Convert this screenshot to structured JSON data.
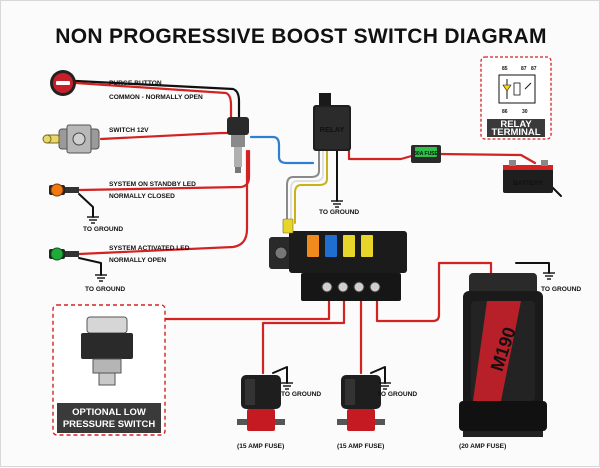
{
  "title": "NON PROGRESSIVE BOOST SWITCH DIAGRAM",
  "labels": {
    "purge_button": "PURGE BUTTON",
    "common_no": "COMMON - NORMALLY OPEN",
    "switch_12v": "SWITCH 12V",
    "standby_led": "SYSTEM ON STANDBY LED",
    "normally_closed": "NORMALLY CLOSED",
    "activated_led": "SYSTEM ACTIVATED LED",
    "normally_open": "NORMALLY OPEN",
    "to_ground": "TO GROUND",
    "relay": "RELAY",
    "fuse_30a": "30A FUSE",
    "battery": "BATTERY",
    "relay_terminal_1": "RELAY",
    "relay_terminal_2": "TERMINAL",
    "optional_1": "OPTIONAL LOW",
    "optional_2": "PRESSURE SWITCH",
    "fuse_15a_1": "(15 AMP FUSE)",
    "fuse_15a_2": "(15 AMP FUSE)",
    "fuse_20a": "(20 AMP FUSE)",
    "pump_brand": "M190"
  },
  "relay_pins": {
    "p85": "85",
    "p87": "87",
    "p87b": "87",
    "p86": "86",
    "p30": "30"
  },
  "colors": {
    "wire_red": "#d32222",
    "wire_black": "#111111",
    "wire_blue": "#2f7fd0",
    "accent_red": "#c8202a",
    "box_dark": "#3a3a3a",
    "led_orange": "#f07a10",
    "led_green": "#1faa3a"
  }
}
